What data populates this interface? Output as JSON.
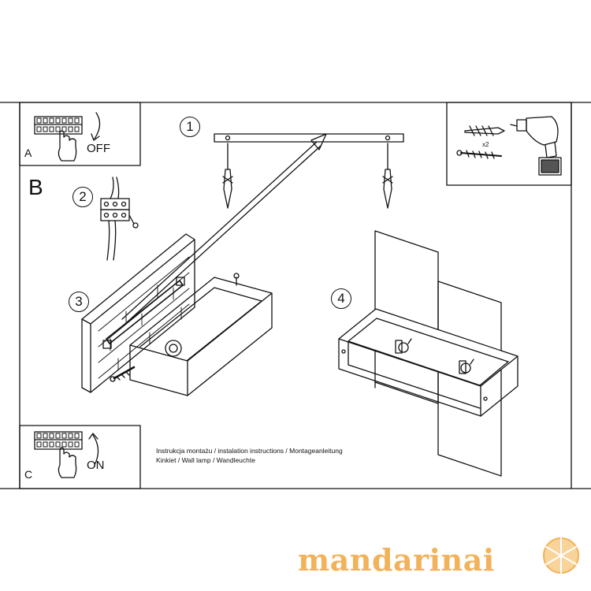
{
  "sections": {
    "a_label": "A",
    "a_state": "OFF",
    "b_label": "B",
    "c_label": "C",
    "c_state": "ON"
  },
  "steps": [
    "1",
    "2",
    "3",
    "4"
  ],
  "tools": {
    "quantity": "x2"
  },
  "info": {
    "line1": "Instrukcja montażu / instalation instructions / Montageanleitung",
    "line2": "Kinkiet / Wall lamp / Wandleuchte"
  },
  "watermark": {
    "text": "mandarinai",
    "color": "#f2b25a"
  },
  "icons": [
    "circuit-breaker-icon",
    "hand-icon",
    "curved-arrow-icon",
    "wall-plug-icon",
    "screw-icon",
    "power-drill-icon",
    "wire-connector-icon",
    "orange-slice-icon"
  ]
}
